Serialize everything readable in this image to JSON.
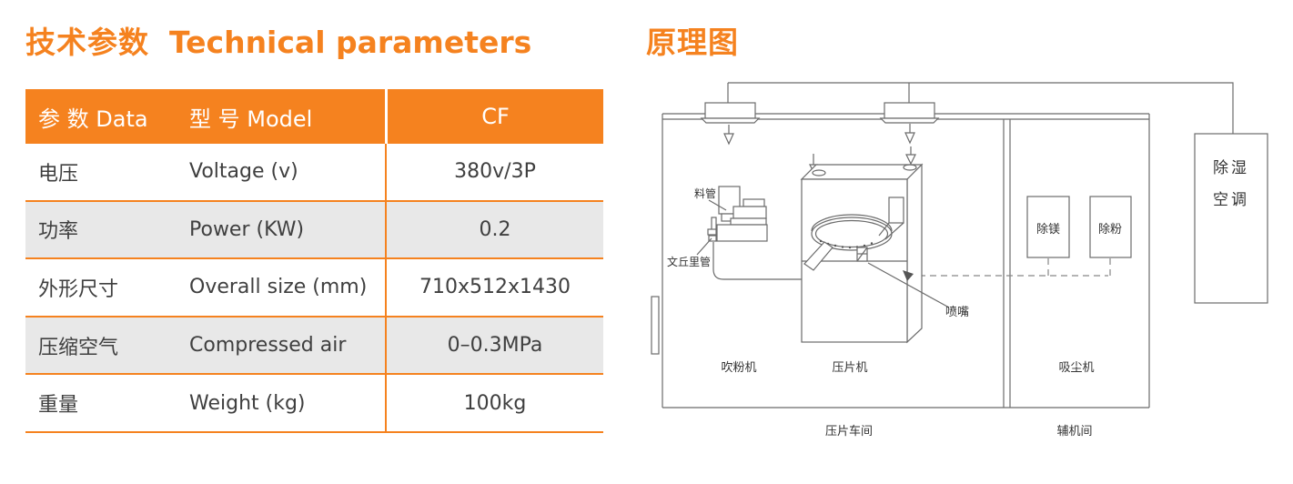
{
  "page": {
    "accent_color": "#F5821F",
    "row_alt_color": "#E8E8E8"
  },
  "left_section": {
    "title_cn": "技术参数",
    "title_en": "Technical parameters",
    "table": {
      "header": {
        "col_param": "参 数 Data",
        "col_model": "型 号 Model",
        "col_value": "CF"
      },
      "rows": [
        {
          "cn": "电压",
          "en": "Voltage (v)",
          "value": "380v/3P"
        },
        {
          "cn": "功率",
          "en": "Power (KW)",
          "value": "0.2"
        },
        {
          "cn": "外形尺寸",
          "en": "Overall size (mm)",
          "value": "710x512x1430"
        },
        {
          "cn": "压缩空气",
          "en": "Compressed air",
          "value": "0–0.3MPa"
        },
        {
          "cn": "重量",
          "en": "Weight (kg)",
          "value": "100kg"
        }
      ]
    }
  },
  "right_section": {
    "title": "原理图",
    "diagram": {
      "labels": {
        "feed_pipe": "料管",
        "venturi_pipe": "文丘里管",
        "nozzle": "喷嘴",
        "powder_blower": "吹粉机",
        "tablet_press": "压片机",
        "dust_vacuum": "吸尘机",
        "demag_box": "除镁",
        "depowder_box": "除粉",
        "dehumid_line1": "除湿",
        "dehumid_line2": "空调",
        "workshop": "压片车间",
        "aux_room": "辅机间"
      }
    }
  }
}
